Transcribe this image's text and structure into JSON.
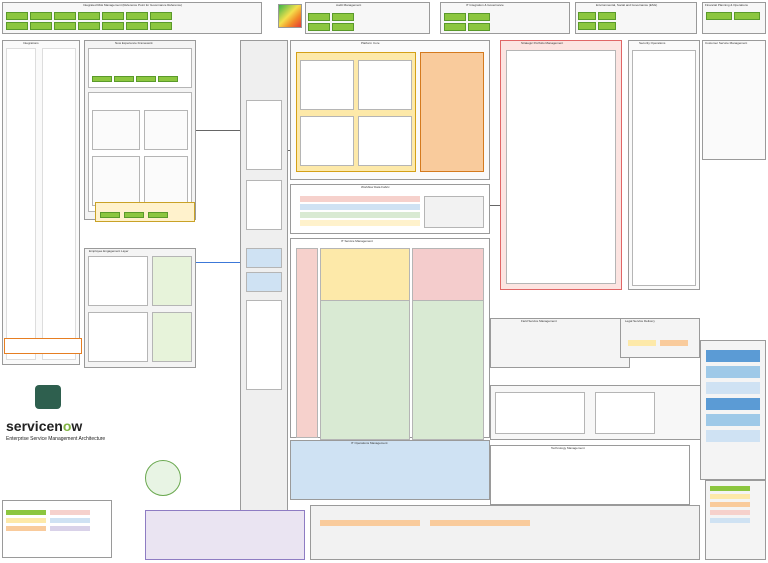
{
  "branding": {
    "logo_text_main": "servicen",
    "logo_text_o": "o",
    "logo_text_end": "w",
    "title": "Enterprise Service Management Architecture"
  },
  "top_sections": [
    {
      "label": "Integrated Risk Management (Reference Point for Governance Reference)"
    },
    {
      "label": "Audit Management"
    },
    {
      "label": "IT Integration & Governance"
    },
    {
      "label": "Environmental, Social and Governance (ESG)"
    },
    {
      "label": "Financial Planning & Operations"
    }
  ],
  "panels": {
    "left_column": {
      "label": "Integrations"
    },
    "service_ui": {
      "label": "Now Experience Framework"
    },
    "platform_core": {
      "label": "Platform Core"
    },
    "workflow_data_fabric": {
      "label": "Workflow Data Fabric"
    },
    "hr_portal": {
      "label": "Employee Engagement Layer"
    },
    "it_service": {
      "label": "IT Service Management"
    },
    "ops_mgmt": {
      "label": "IT Operations Management"
    },
    "tech_mgmt": {
      "label": "Technology Management"
    },
    "digital_portfolio": {
      "label": "Strategic Portfolio Management"
    },
    "security_ops": {
      "label": "Security Operations"
    },
    "customer_service": {
      "label": "Customer Service Management"
    },
    "field_service": {
      "label": "Field Service Management"
    },
    "legal_ops": {
      "label": "Legal Service Delivery"
    }
  },
  "colors": {
    "green": "#8cc63f",
    "yellow": "#fde9a9",
    "orange": "#f5b041",
    "pink": "#f6d1cc",
    "blue": "#cfe2f3",
    "purple": "#d9d2e9",
    "gray": "#efefef"
  }
}
